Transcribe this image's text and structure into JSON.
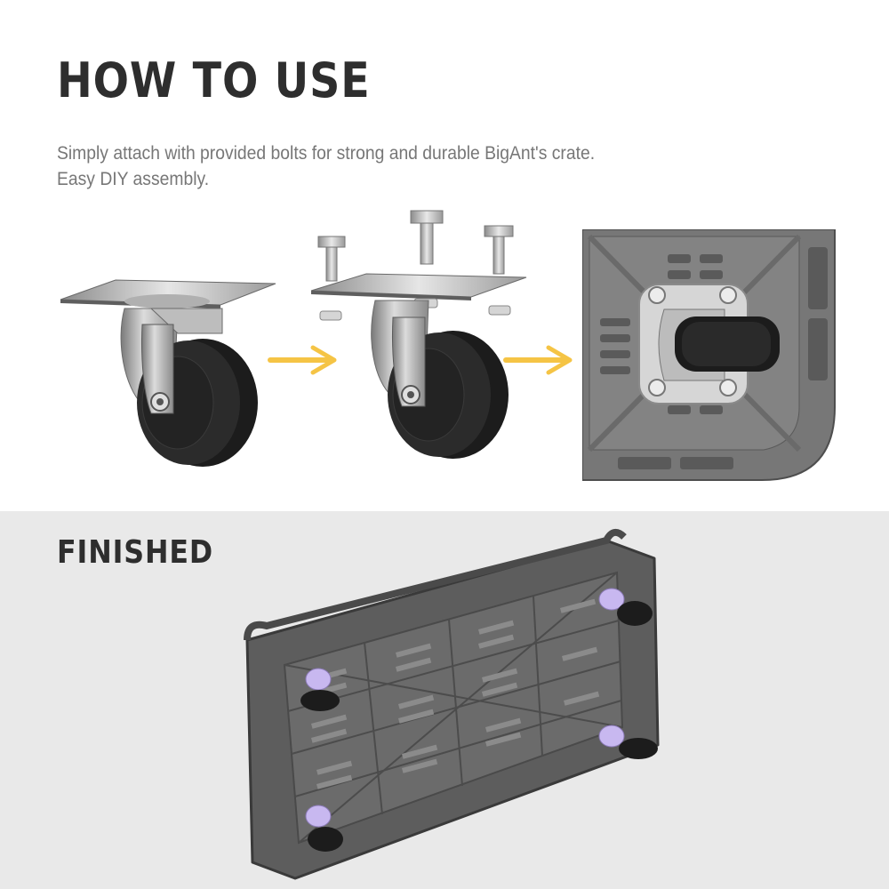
{
  "how_to_use": {
    "title": "HOW TO USE",
    "description_line1": "Simply attach with provided bolts for strong and durable BigAnt's crate.",
    "description_line2": "Easy DIY assembly."
  },
  "finished": {
    "title": "FINISHED"
  },
  "colors": {
    "heading": "#2e2e2e",
    "body_text": "#777777",
    "arrow": "#f5c445",
    "bottom_panel": "#e9e9e9",
    "crate_plastic": "#5f5f5f",
    "wheel": "#1c1c1c",
    "metal": "#c9c9c9",
    "caster_mount_highlight": "#c8b8f0"
  }
}
